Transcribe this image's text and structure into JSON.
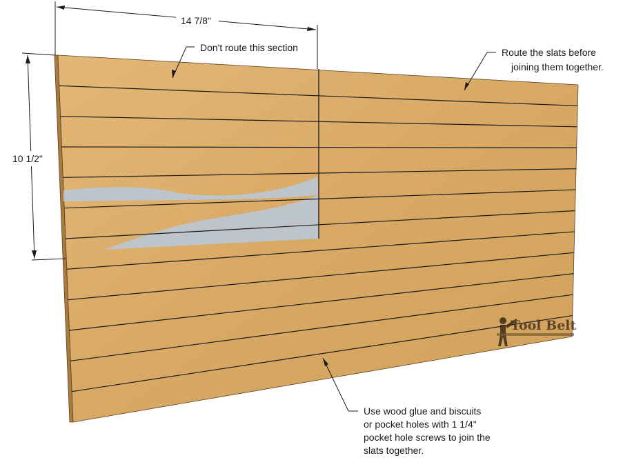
{
  "dimensions": {
    "width_label": "14 7/8\"",
    "height_label": "10 1/2\""
  },
  "annotations": {
    "no_route": "Don't route this section",
    "route_line1": "Route the slats before",
    "route_line2": "joining them together.",
    "glue_line1": "Use wood glue and biscuits",
    "glue_line2": "or pocket holes with 1 1/4\"",
    "glue_line3": "pocket hole screws to join the",
    "glue_line4": "slats together."
  },
  "logo": {
    "text": "Tool Belt"
  },
  "slat_count": 12,
  "colors": {
    "wood_face": "#d9ac6b",
    "wood_edge": "#a97b3f",
    "wood_edge_top": "#e8c48b",
    "slat_line": "#1a1a1a",
    "reflection": "#b9c8d6",
    "dimension_line": "#1a1a1a"
  }
}
